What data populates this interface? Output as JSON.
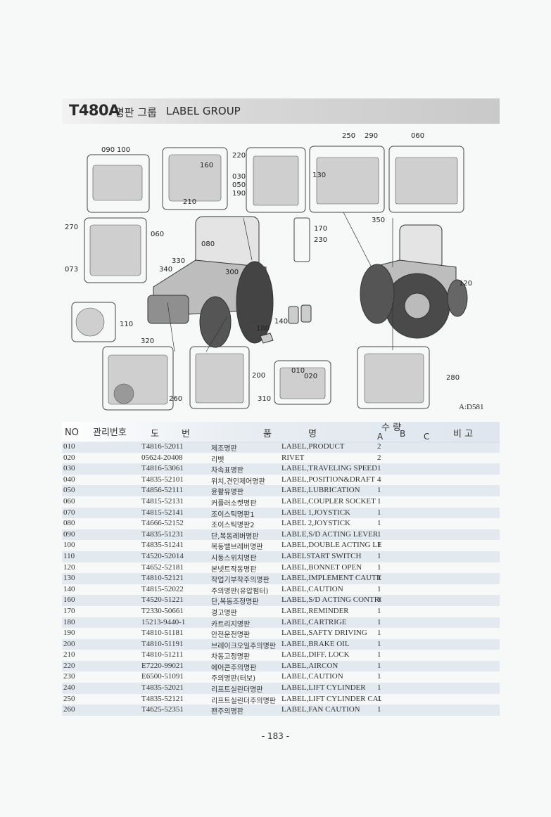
{
  "header": {
    "model": "T480A",
    "title_ko": "명판 그룹",
    "title_en": "LABEL GROUP"
  },
  "diagram": {
    "callouts": [
      "090",
      "100",
      "160",
      "220",
      "030",
      "050",
      "190",
      "210",
      "250",
      "290",
      "060",
      "130",
      "270",
      "060",
      "080",
      "170",
      "230",
      "350",
      "073",
      "330",
      "340",
      "300",
      "120",
      "110",
      "140",
      "180",
      "320",
      "260",
      "200",
      "310",
      "010",
      "020",
      "280"
    ],
    "ref": "A:D581"
  },
  "table": {
    "headers": {
      "no": "NO",
      "mgmt": "관리번호",
      "draw1": "도",
      "draw2": "번",
      "part1": "품",
      "part2": "명",
      "qty": "수 량",
      "qty_a": "A",
      "qty_b": "B",
      "qty_c": "C",
      "remark": "비 고"
    },
    "rows": [
      {
        "no": "010",
        "part": "T4816-52011",
        "ko": "제조명판",
        "en": "LABEL,PRODUCT",
        "qa": "2"
      },
      {
        "no": "020",
        "part": "05624-20408",
        "ko": "리벳",
        "en": "RIVET",
        "qa": "2"
      },
      {
        "no": "030",
        "part": "T4816-53061",
        "ko": "차속표명판",
        "en": "LABEL,TRAVELING SPEED",
        "qa": "1"
      },
      {
        "no": "040",
        "part": "T4835-52101",
        "ko": "위치,견인제어명판",
        "en": "LABEL,POSITION&DRAFT",
        "qa": "4"
      },
      {
        "no": "050",
        "part": "T4856-52111",
        "ko": "윤활유명판",
        "en": "LABEL,LUBRICATION",
        "qa": "1"
      },
      {
        "no": "060",
        "part": "T4815-52131",
        "ko": "커플러소켓명판",
        "en": "LABEL,COUPLER SOCKET",
        "qa": "1"
      },
      {
        "no": "070",
        "part": "T4815-52141",
        "ko": "조이스틱명판1",
        "en": "LABEL 1,JOYSTICK",
        "qa": "1"
      },
      {
        "no": "080",
        "part": "T4666-52152",
        "ko": "조이스틱명판2",
        "en": "LABEL 2,JOYSTICK",
        "qa": "1"
      },
      {
        "no": "090",
        "part": "T4835-51231",
        "ko": "단,복동레버명판",
        "en": "LABLE,S/D ACTING LEVER",
        "qa": "1"
      },
      {
        "no": "100",
        "part": "T4835-51241",
        "ko": "복동밸브레버명판",
        "en": "LABEL,DOUBLE ACTING LEVER",
        "qa": "1"
      },
      {
        "no": "110",
        "part": "T4520-52014",
        "ko": "시동스위치명판",
        "en": "LABELSTART SWITCH",
        "qa": "1"
      },
      {
        "no": "120",
        "part": "T4652-52181",
        "ko": "본넷트작동명판",
        "en": "LABEL,BONNET OPEN",
        "qa": "1"
      },
      {
        "no": "130",
        "part": "T4810-52121",
        "ko": "작업기부착주의명판",
        "en": "LABEL,IMPLEMENT CAUTION",
        "qa": "1"
      },
      {
        "no": "140",
        "part": "T4815-52022",
        "ko": "주의명판(유압펌터)",
        "en": "LABEL,CAUTION",
        "qa": "1"
      },
      {
        "no": "160",
        "part": "T4520-51221",
        "ko": "단,복동조정명판",
        "en": "LABEL,S/D ACTING CONTROL",
        "qa": "1"
      },
      {
        "no": "170",
        "part": "T2330-50661",
        "ko": "경고명판",
        "en": "LABEL,REMINDER",
        "qa": "1"
      },
      {
        "no": "180",
        "part": "15213-9440-1",
        "ko": "카트리지명판",
        "en": "LABEL,CARTRIGE",
        "qa": "1"
      },
      {
        "no": "190",
        "part": "T4810-51181",
        "ko": "안전운전명판",
        "en": "LABEL,SAFTY DRIVING",
        "qa": "1"
      },
      {
        "no": "200",
        "part": "T4810-51191",
        "ko": "브레이크오일주의명판",
        "en": "LABEL,BRAKE OIL",
        "qa": "1"
      },
      {
        "no": "210",
        "part": "T4810-51211",
        "ko": "차동고정명판",
        "en": "LABEL,DIFF. LOCK",
        "qa": "1"
      },
      {
        "no": "220",
        "part": "E7220-99021",
        "ko": "에어콘주의명판",
        "en": "LABEL,AIRCON",
        "qa": "1"
      },
      {
        "no": "230",
        "part": "E6500-51091",
        "ko": "주의명판(터보)",
        "en": "LABEL,CAUTION",
        "qa": "1"
      },
      {
        "no": "240",
        "part": "T4835-52021",
        "ko": "리프트실린더명판",
        "en": "LABEL,LIFT CYLINDER",
        "qa": "1"
      },
      {
        "no": "250",
        "part": "T4835-52121",
        "ko": "리프트실린더주의명판",
        "en": "LABEL,LIFT CYLINDER CAUTION",
        "qa": "1"
      },
      {
        "no": "260",
        "part": "T4625-52351",
        "ko": "팬주의명판",
        "en": "LABEL,FAN CAUTION",
        "qa": "1"
      }
    ]
  },
  "footer": {
    "page": "- 183 -"
  }
}
